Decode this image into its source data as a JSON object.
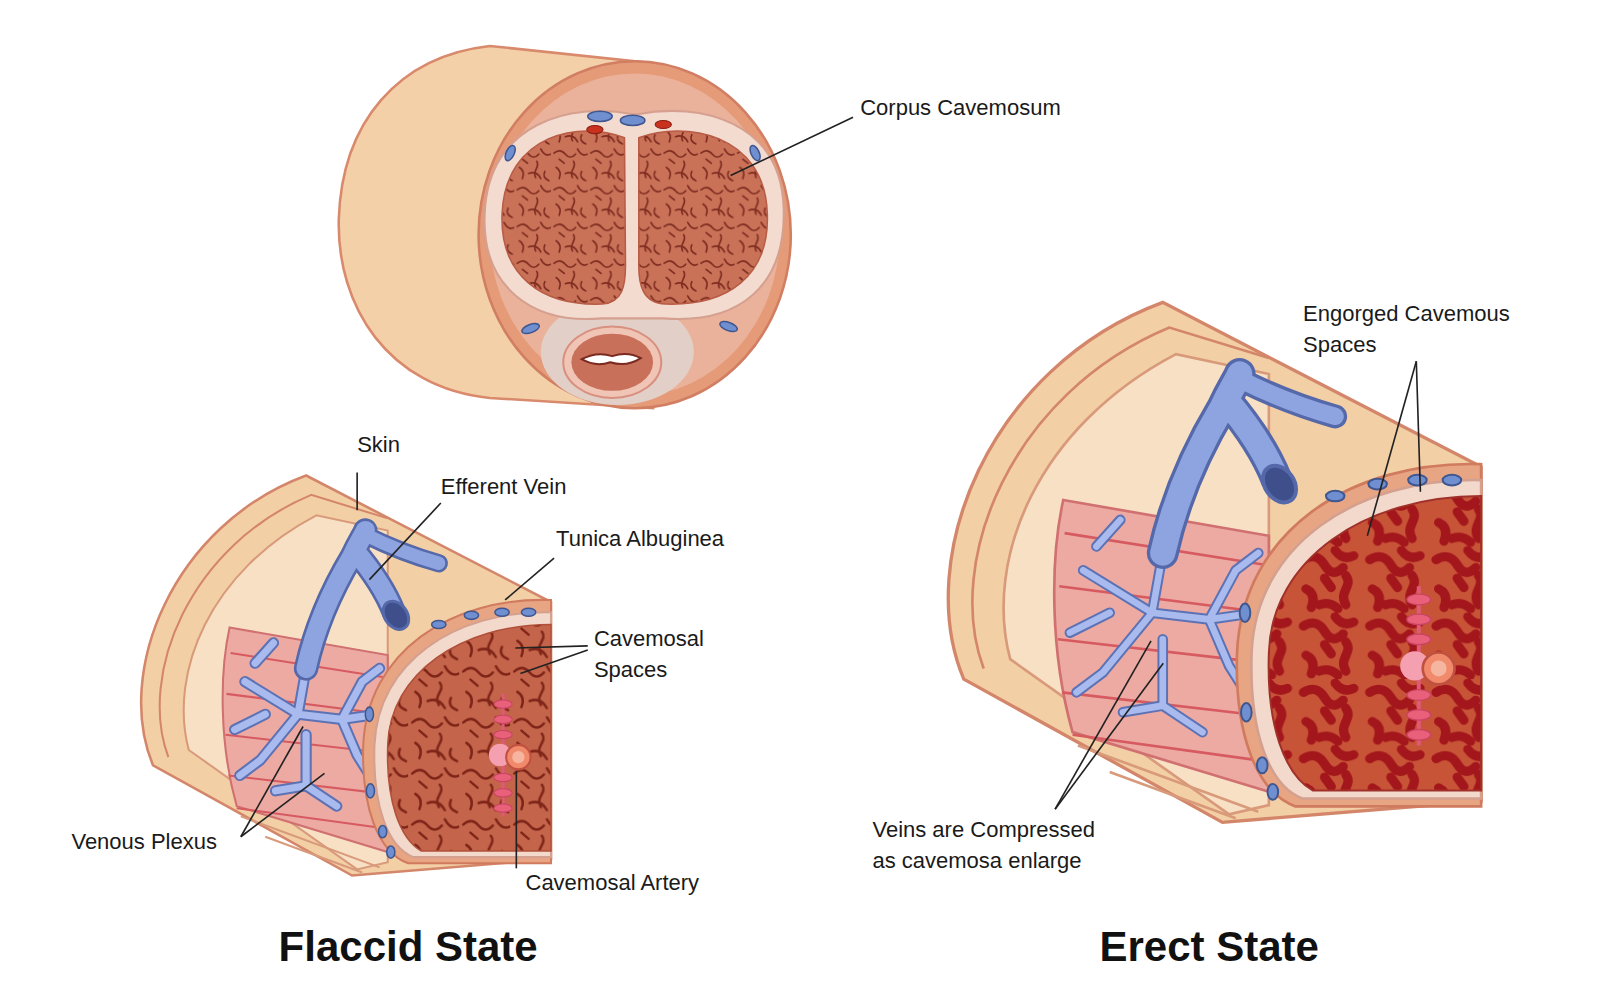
{
  "diagram": {
    "labels": [
      "Corpus Cavemosum",
      "Skin",
      "Efferent Vein",
      "Tunica Albuginea",
      "Cavemosal Spaces",
      "Venous Plexus",
      "Cavemosal Artery",
      "Flaccid State",
      "Engorged Cavemous Spaces",
      "Veins are Compressed as cavemosa enlarge",
      "Erect State"
    ]
  }
}
